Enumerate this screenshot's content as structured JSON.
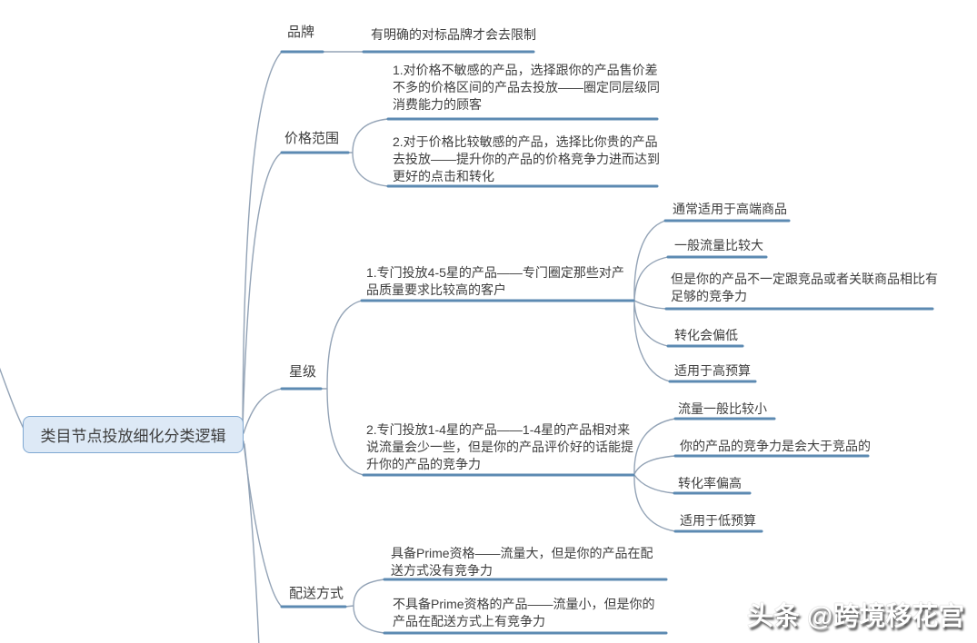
{
  "colors": {
    "line": "#93a3b6",
    "underline": "#5c8ab2",
    "root_fill": "#dde9f6",
    "root_border": "#7fa8d2",
    "text": "#3e3e3e",
    "watermark": "#ffffff"
  },
  "root": {
    "label": "类目节点投放细化分类逻辑"
  },
  "branches": [
    {
      "label": "品牌",
      "children": [
        {
          "label": "有明确的对标品牌才会去限制"
        }
      ]
    },
    {
      "label": "价格范围",
      "children": [
        {
          "label": "1.对价格不敏感的产品，选择跟你的产品售价差不多的价格区间的产品去投放——圈定同层级同消费能力的顾客"
        },
        {
          "label": "2.对于价格比较敏感的产品，选择比你贵的产品去投放——提升你的产品的价格竞争力进而达到更好的点击和转化"
        }
      ]
    },
    {
      "label": "星级",
      "children": [
        {
          "label": "1.专门投放4-5星的产品——专门圈定那些对产品质量要求比较高的客户",
          "children": [
            {
              "label": "通常适用于高端商品"
            },
            {
              "label": "一般流量比较大"
            },
            {
              "label": "但是你的产品不一定跟竞品或者关联商品相比有足够的竞争力"
            },
            {
              "label": "转化会偏低"
            },
            {
              "label": "适用于高预算"
            }
          ]
        },
        {
          "label": "2.专门投放1-4星的产品——1-4星的产品相对来说流量会少一些，但是你的产品评价好的话能提升你的产品的竞争力",
          "children": [
            {
              "label": "流量一般比较小"
            },
            {
              "label": "你的产品的竞争力是会大于竞品的"
            },
            {
              "label": "转化率偏高"
            },
            {
              "label": "适用于低预算"
            }
          ]
        }
      ]
    },
    {
      "label": "配送方式",
      "children": [
        {
          "label": "具备Prime资格——流量大，但是你的产品在配送方式没有竞争力"
        },
        {
          "label": "不具备Prime资格的产品——流量小，但是你的产品在配送方式上有竞争力"
        }
      ]
    }
  ],
  "watermark": {
    "text": "头条 @跨境移花宫"
  }
}
